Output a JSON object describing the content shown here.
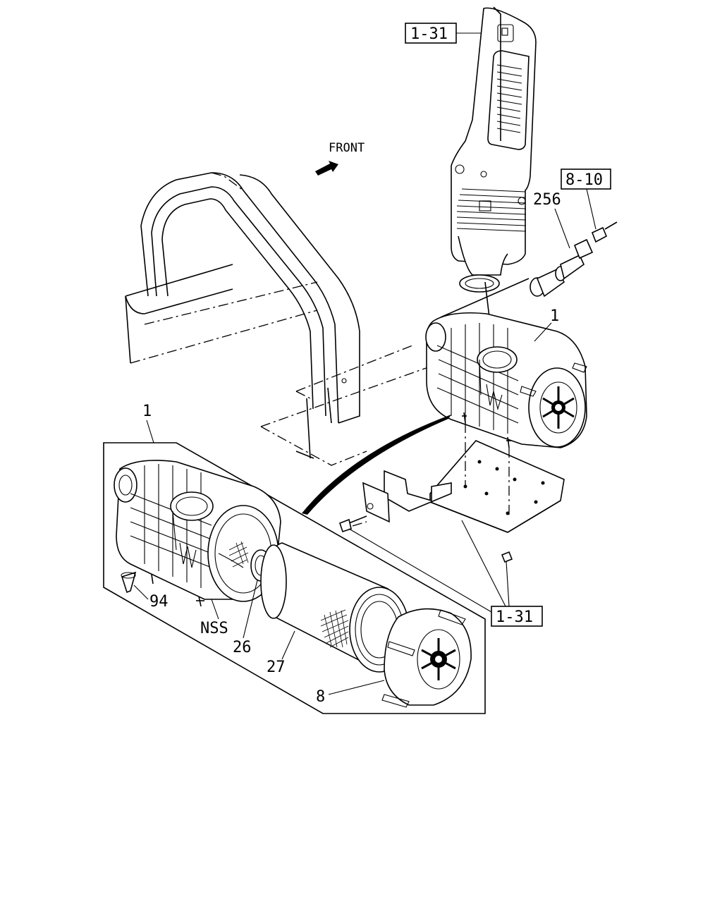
{
  "labels": {
    "front": "FRONT",
    "ref_top": "1-31",
    "ref_right_top": "8-10",
    "ref_bottom": "1-31",
    "part_256": "256",
    "part_1_upper": "1",
    "part_1_lower": "1",
    "part_94": "94",
    "part_nss": "NSS",
    "part_26": "26",
    "part_27": "27",
    "part_8": "8"
  }
}
